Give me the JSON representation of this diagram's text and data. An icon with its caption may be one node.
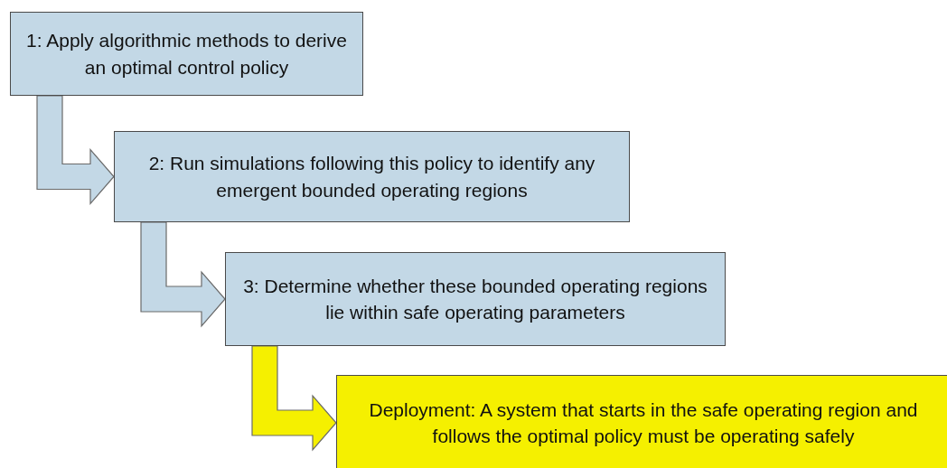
{
  "diagram": {
    "nodes": [
      {
        "text": [
          "1: Apply algorithmic methods to derive an optimal control policy"
        ]
      },
      {
        "text": [
          "2: Run simulations following this policy to identify any emergent bounded operating regions"
        ]
      },
      {
        "text": [
          "3: Determine whether these bounded operating regions lie within safe operating parameters"
        ]
      },
      {
        "text": [
          "Deployment: A system that starts in the safe operating region and follows the optimal policy must be operating safely"
        ]
      }
    ],
    "edges": [
      {
        "from": 0,
        "to": 1,
        "arrow": "to"
      },
      {
        "from": 1,
        "to": 2,
        "arrow": "to"
      },
      {
        "from": 2,
        "to": 3,
        "arrow": "to",
        "color": "#f5f000"
      }
    ]
  }
}
